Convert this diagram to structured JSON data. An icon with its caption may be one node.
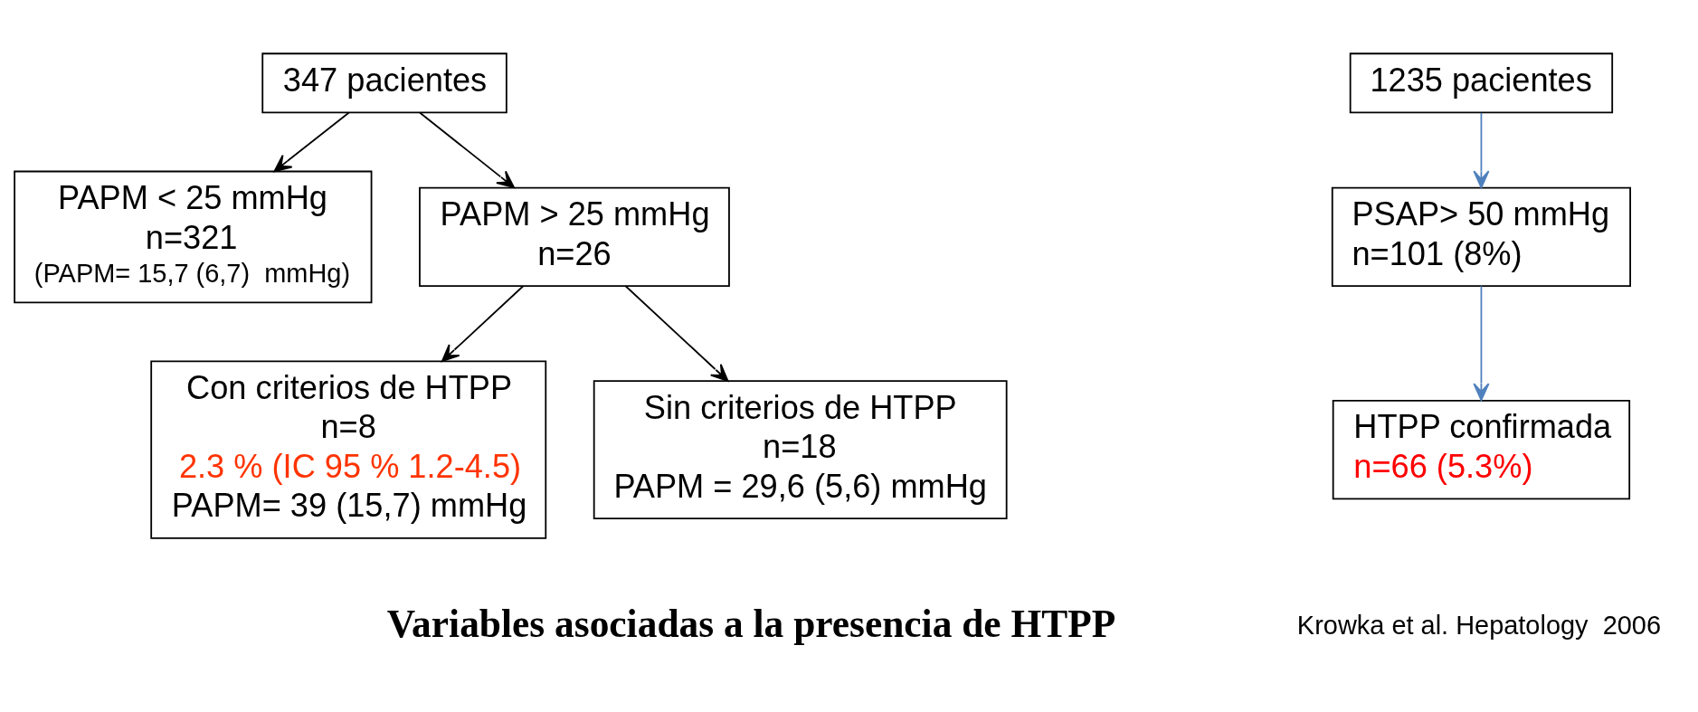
{
  "diagram": {
    "nodes": [
      {
        "text": [
          "347 pacientes"
        ]
      },
      {
        "text": [
          "PAPM < 25 mmHg",
          "n=321",
          "(PAPM= 15,7 (6,7)  mmHg)"
        ]
      },
      {
        "text": [
          "PAPM > 25 mmHg",
          "n=26"
        ]
      },
      {
        "text": [
          "Con criterios de HTPP",
          "n=8",
          "2.3 % (IC 95 % 1.2-4.5)",
          "PAPM= 39 (15,7) mmHg"
        ]
      },
      {
        "text": [
          "Sin criterios de HTPP",
          "n=18",
          "PAPM = 29,6 (5,6) mmHg"
        ]
      },
      {
        "text": [
          "1235 pacientes"
        ]
      },
      {
        "text": [
          "PSAP> 50 mmHg",
          "n=101 (8%)"
        ]
      },
      {
        "text": [
          "HTPP confirmada",
          "n=66 (5.3%)"
        ]
      }
    ],
    "edges": [
      {
        "from": 0,
        "to": 1,
        "arrow": "to"
      },
      {
        "from": 0,
        "to": 2,
        "arrow": "to"
      },
      {
        "from": 2,
        "to": 3,
        "arrow": "to"
      },
      {
        "from": 2,
        "to": 4,
        "arrow": "to"
      },
      {
        "from": 5,
        "to": 6,
        "arrow": "to",
        "color": "#4f81bd"
      },
      {
        "from": 6,
        "to": 7,
        "arrow": "to",
        "color": "#4f81bd"
      }
    ],
    "labels": [
      "Krowka et al. Hepatology  2006",
      "Variables asociadas a la presencia de HTPP"
    ]
  }
}
